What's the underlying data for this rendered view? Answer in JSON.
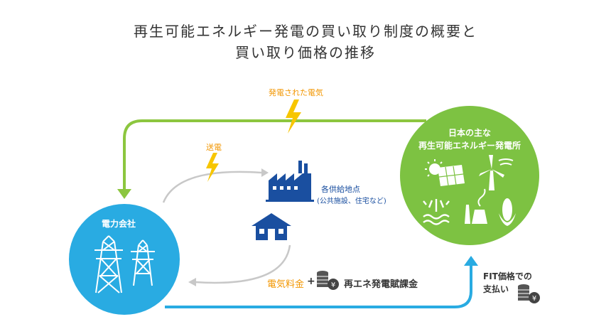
{
  "title": {
    "line1": "再生可能エネルギー発電の買い取り制度の概要と",
    "line2": "買い取り価格の推移"
  },
  "labels": {
    "generated_power": "発電された電気",
    "transmission": "送電",
    "supply_points": "各供給地点",
    "supply_points_sub": "(公共施設、住宅など)",
    "power_company": "電力会社",
    "producers_line1": "日本の主な",
    "producers_line2": "再生可能エネルギー発電所",
    "electricity_fee": "電気料金",
    "plus": "+",
    "surcharge": "再エネ発電賦課金",
    "fit_line1": "FIT価格での",
    "fit_line2": "支払い",
    "yen": "¥"
  },
  "colors": {
    "green": "#7dc242",
    "green_arrow": "#8cc63f",
    "blue": "#29abe2",
    "bolt": "#f7c600",
    "orange": "#f29600",
    "navy": "#1a4fa0",
    "gray": "#c8c8c8",
    "dark": "#333333"
  }
}
